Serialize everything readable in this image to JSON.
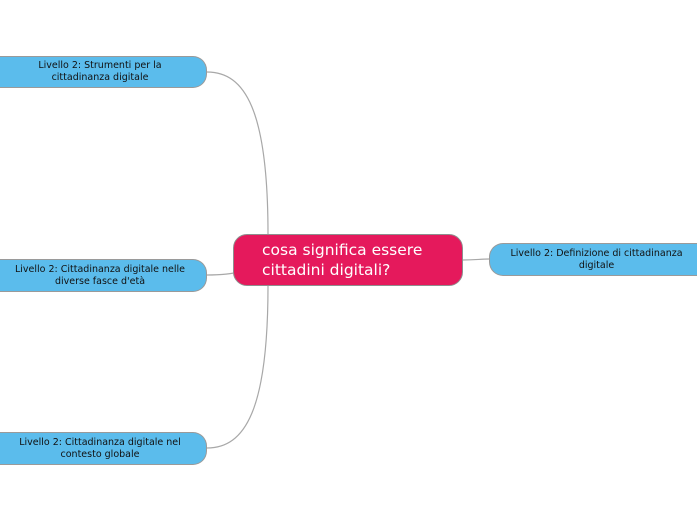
{
  "central": {
    "text": "cosa significa essere cittadini digitali?"
  },
  "branches": [
    {
      "label": "Livello 2: Strumenti per la cittadinanza digitale"
    },
    {
      "label": "Livello 2: Cittadinanza digitale nelle diverse fasce d'età"
    },
    {
      "label": "Livello 2: Cittadinanza digitale nel contesto globale"
    },
    {
      "label": "Livello 2: Definizione di cittadinanza digitale"
    }
  ],
  "colors": {
    "central_fill": "#e5195c",
    "branch_fill": "#5bbcec",
    "connector": "#a8a8a8"
  }
}
